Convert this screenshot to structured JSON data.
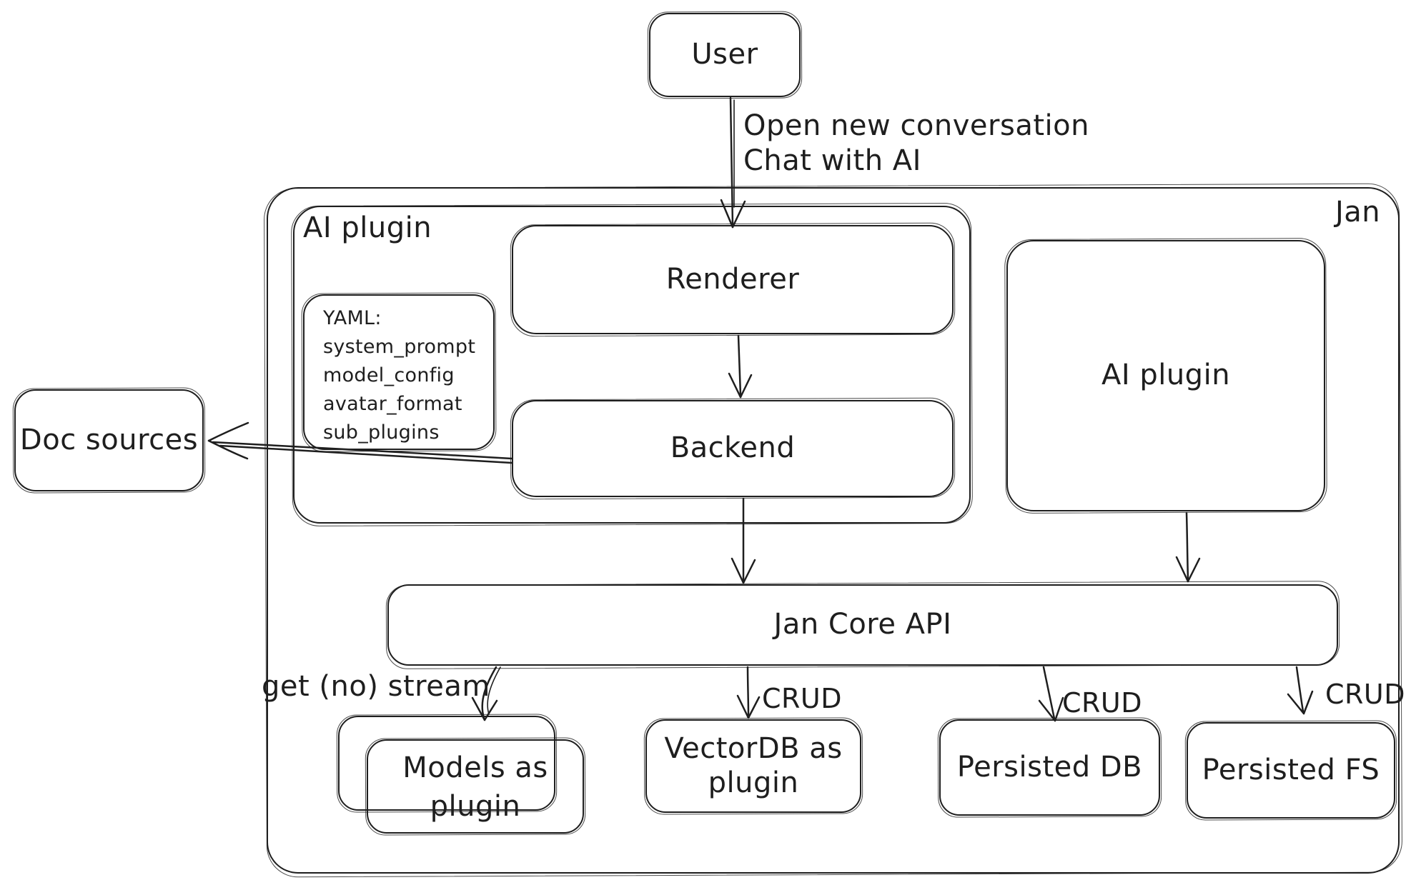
{
  "canvas": {
    "background": "#ffffff",
    "stroke": "#1e1e1e"
  },
  "nodes": {
    "user": {
      "label": "User"
    },
    "jan": {
      "label": "Jan"
    },
    "ai_plugin_left": {
      "label": "AI plugin"
    },
    "renderer": {
      "label": "Renderer"
    },
    "yaml_note": {
      "lines": [
        "YAML:",
        "system_prompt",
        "model_config",
        "avatar_format",
        "sub_plugins"
      ]
    },
    "backend": {
      "label": "Backend"
    },
    "doc_sources": {
      "label": "Doc sources"
    },
    "ai_plugin_right": {
      "label": "AI plugin"
    },
    "jan_core_api": {
      "label": "Jan Core API"
    },
    "models_plugin": {
      "lines": [
        "Models as",
        "plugin"
      ]
    },
    "vectordb_plugin": {
      "lines": [
        "VectorDB as",
        "plugin"
      ]
    },
    "persisted_db": {
      "label": "Persisted DB"
    },
    "persisted_fs": {
      "label": "Persisted FS"
    }
  },
  "edge_labels": {
    "user_flow": {
      "lines": [
        "Open new conversation",
        "Chat with AI"
      ]
    },
    "models_stream": {
      "label": "get (no) stream"
    },
    "vectordb_crud": {
      "label": "CRUD"
    },
    "persisted_db_crud": {
      "label": "CRUD"
    },
    "persisted_fs_crud": {
      "label": "CRUD"
    }
  }
}
